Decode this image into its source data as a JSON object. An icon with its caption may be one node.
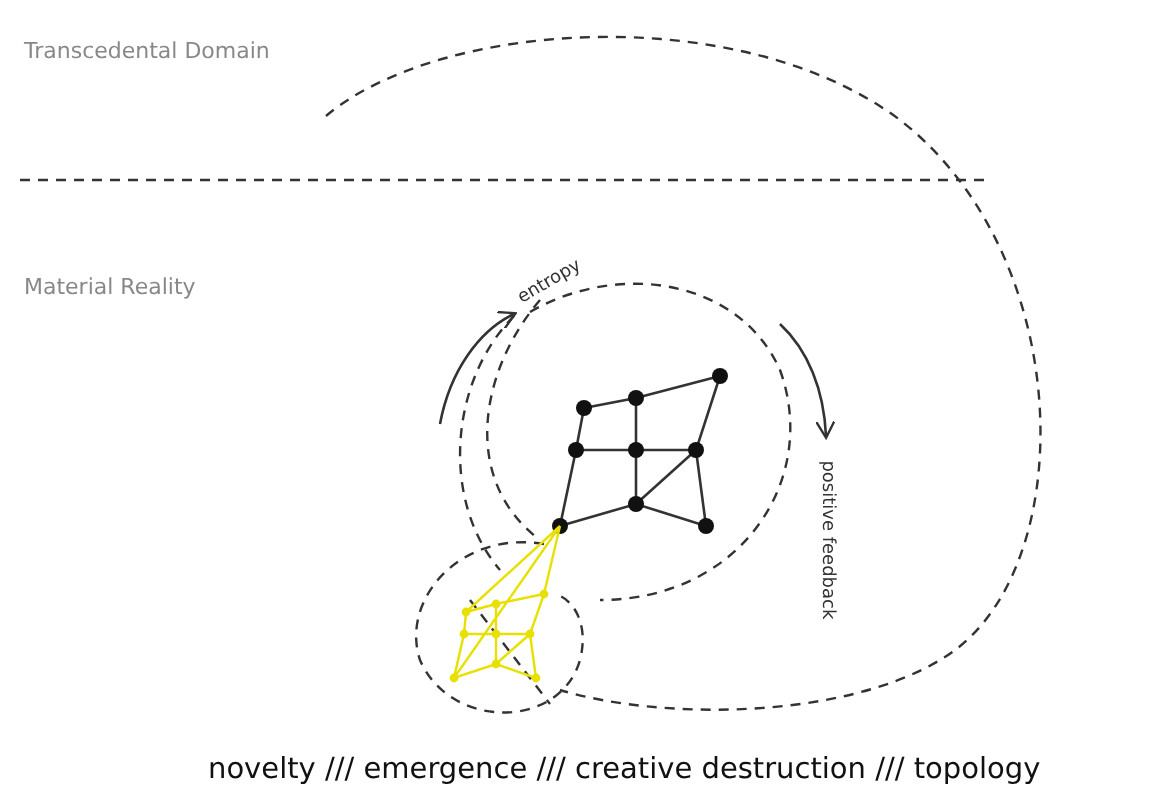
{
  "diagram": {
    "labels": [
      "Transcedental Domain",
      "Material Reality",
      "entropy",
      "positive feedback",
      "novelty /// emergence /// creative destruction /// topology"
    ]
  }
}
